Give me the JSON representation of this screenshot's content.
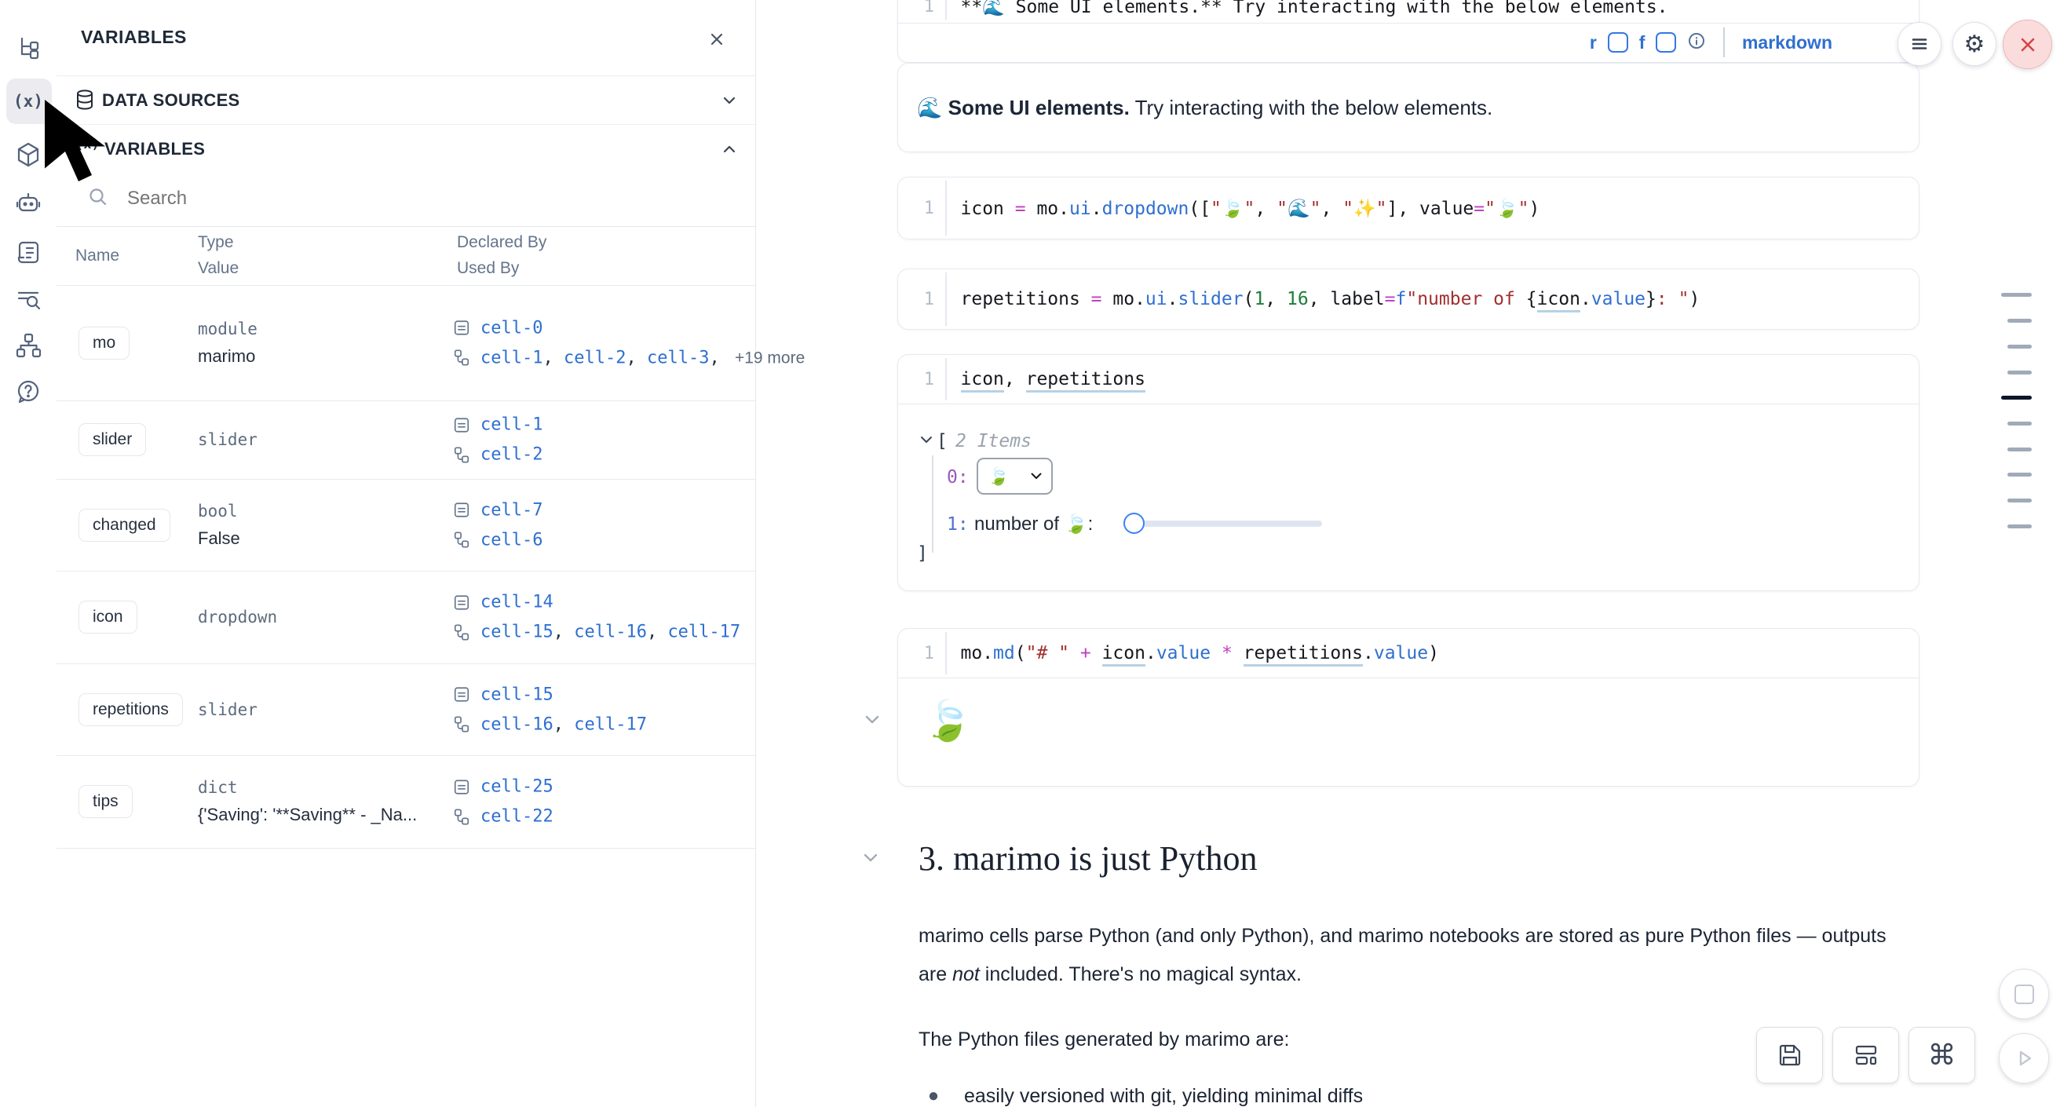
{
  "colors": {
    "accent_blue": "#2e6fd0",
    "danger_red": "#d64545",
    "dark_navy": "#1f2937",
    "muted_gray": "#5d6b7e",
    "code_string_red": "#a22f2f",
    "code_operator_magenta": "#bf40bf",
    "code_number_green": "#1a7f37"
  },
  "rail": {
    "icons": [
      "file-tree",
      "variables",
      "packages",
      "ai-assistant",
      "scratchpad",
      "logs",
      "dependencies",
      "help"
    ],
    "variables_glyph": "(x)",
    "help_glyph": "?"
  },
  "panel": {
    "title": "VARIABLES",
    "sections": {
      "data_sources": "DATA SOURCES",
      "variables": "VARIABLES"
    },
    "search_placeholder": "Search",
    "table": {
      "col_name": "Name",
      "col_type": "Type",
      "col_value": "Value",
      "col_declared": "Declared By",
      "col_used": "Used By",
      "rows": [
        {
          "name": "mo",
          "type": "module",
          "value": "marimo",
          "declared": [
            {
              "t": "cell-0",
              "c": "link"
            }
          ],
          "used": [
            {
              "t": "cell-1",
              "c": "link"
            },
            {
              "t": ",  ",
              "c": "comma"
            },
            {
              "t": "cell-2",
              "c": "link"
            },
            {
              "t": ",  ",
              "c": "comma"
            },
            {
              "t": "cell-3",
              "c": "link"
            },
            {
              "t": ",  ",
              "c": "comma"
            },
            {
              "t": "+19 more",
              "c": "more"
            }
          ]
        },
        {
          "name": "slider",
          "type": "slider",
          "value": "",
          "declared": [
            {
              "t": "cell-1",
              "c": "link"
            }
          ],
          "used": [
            {
              "t": "cell-2",
              "c": "link"
            }
          ]
        },
        {
          "name": "changed",
          "type": "bool",
          "value": "False",
          "declared": [
            {
              "t": "cell-7",
              "c": "link"
            }
          ],
          "used": [
            {
              "t": "cell-6",
              "c": "link"
            }
          ]
        },
        {
          "name": "icon",
          "type": "dropdown",
          "value": "",
          "declared": [
            {
              "t": "cell-14",
              "c": "link"
            }
          ],
          "used": [
            {
              "t": "cell-15",
              "c": "link"
            },
            {
              "t": ", ",
              "c": "comma"
            },
            {
              "t": "cell-16",
              "c": "link"
            },
            {
              "t": ", ",
              "c": "comma"
            },
            {
              "t": "cell-17",
              "c": "link"
            }
          ]
        },
        {
          "name": "repetitions",
          "type": "slider",
          "value": "",
          "declared": [
            {
              "t": "cell-15",
              "c": "link"
            }
          ],
          "used": [
            {
              "t": "cell-16",
              "c": "link"
            },
            {
              "t": ", ",
              "c": "comma"
            },
            {
              "t": "cell-17",
              "c": "link"
            }
          ]
        },
        {
          "name": "tips",
          "type": "dict",
          "value": "{'Saving': '**Saving** - _Na...",
          "declared": [
            {
              "t": "cell-25",
              "c": "link"
            }
          ],
          "used": [
            {
              "t": "cell-22",
              "c": "link"
            }
          ]
        }
      ]
    }
  },
  "notebook": {
    "top_cell": {
      "line_no": "1",
      "code": [
        {
          "t": "**🌊 Some UI elements.** Try interacting with the below elements.",
          "c": "plain"
        }
      ],
      "footer": {
        "r_label": "r",
        "f_label": "f",
        "lang": "markdown"
      }
    },
    "md_output": {
      "emoji": "🌊",
      "bold": "Some UI elements.",
      "rest": " Try interacting with the below elements."
    },
    "dropdown_cell": {
      "line_no": "1",
      "code": [
        {
          "t": "icon ",
          "c": "plain"
        },
        {
          "t": "=",
          "c": "kw"
        },
        {
          "t": " mo.",
          "c": "plain"
        },
        {
          "t": "ui",
          "c": "fn"
        },
        {
          "t": ".",
          "c": "plain"
        },
        {
          "t": "dropdown",
          "c": "fn"
        },
        {
          "t": "([",
          "c": "plain"
        },
        {
          "t": "\"🍃\"",
          "c": "str"
        },
        {
          "t": ", ",
          "c": "plain"
        },
        {
          "t": "\"🌊\"",
          "c": "str"
        },
        {
          "t": ", ",
          "c": "plain"
        },
        {
          "t": "\"✨\"",
          "c": "str"
        },
        {
          "t": "], value",
          "c": "plain"
        },
        {
          "t": "=",
          "c": "kw"
        },
        {
          "t": "\"🍃\"",
          "c": "str"
        },
        {
          "t": ")",
          "c": "plain"
        }
      ]
    },
    "slider_cell": {
      "line_no": "1",
      "code": [
        {
          "t": "repetitions ",
          "c": "plain"
        },
        {
          "t": "=",
          "c": "kw"
        },
        {
          "t": " mo.",
          "c": "plain"
        },
        {
          "t": "ui",
          "c": "fn"
        },
        {
          "t": ".",
          "c": "plain"
        },
        {
          "t": "slider",
          "c": "fn"
        },
        {
          "t": "(",
          "c": "plain"
        },
        {
          "t": "1",
          "c": "num"
        },
        {
          "t": ", ",
          "c": "plain"
        },
        {
          "t": "16",
          "c": "num"
        },
        {
          "t": ", label",
          "c": "plain"
        },
        {
          "t": "=",
          "c": "kw"
        },
        {
          "t": "f",
          "c": "fn"
        },
        {
          "t": "\"number of ",
          "c": "str"
        },
        {
          "t": "{",
          "c": "plain"
        },
        {
          "t": "icon",
          "c": "uvar"
        },
        {
          "t": ".",
          "c": "plain"
        },
        {
          "t": "value",
          "c": "prop"
        },
        {
          "t": "}",
          "c": "plain"
        },
        {
          "t": ": \"",
          "c": "str"
        },
        {
          "t": ")",
          "c": "plain"
        }
      ]
    },
    "tuple_cell": {
      "line_no": "1",
      "code": [
        {
          "t": "icon",
          "c": "uvar"
        },
        {
          "t": ", ",
          "c": "plain"
        },
        {
          "t": "repetitions",
          "c": "uvar"
        }
      ]
    },
    "tree_output": {
      "bracket_open": "[",
      "items_label": "2 Items",
      "index0": "0:",
      "index1": "1:",
      "dropdown_value": "🍃",
      "slider_label": "number of 🍃: ",
      "bracket_close": "]"
    },
    "md_cell": {
      "line_no": "1",
      "code": [
        {
          "t": "mo.",
          "c": "plain"
        },
        {
          "t": "md",
          "c": "fn"
        },
        {
          "t": "(",
          "c": "plain"
        },
        {
          "t": "\"# \"",
          "c": "str"
        },
        {
          "t": " ",
          "c": "plain"
        },
        {
          "t": "+",
          "c": "kw"
        },
        {
          "t": " ",
          "c": "plain"
        },
        {
          "t": "icon",
          "c": "uvar"
        },
        {
          "t": ".",
          "c": "plain"
        },
        {
          "t": "value",
          "c": "prop"
        },
        {
          "t": " ",
          "c": "plain"
        },
        {
          "t": "*",
          "c": "kw"
        },
        {
          "t": " ",
          "c": "plain"
        },
        {
          "t": "repetitions",
          "c": "uvar"
        },
        {
          "t": ".",
          "c": "plain"
        },
        {
          "t": "value",
          "c": "prop"
        },
        {
          "t": ")",
          "c": "plain"
        }
      ]
    },
    "leaf_output": "🍃",
    "section": {
      "heading": "3. marimo is just Python",
      "para1_pre": "marimo cells parse Python (and only Python), and marimo notebooks are stored as pure Python files — outputs are ",
      "para1_italic": "not",
      "para1_post": " included. There's no magical syntax.",
      "para2": "The Python files generated by marimo are:",
      "bullet1": "easily versioned with git, yielding minimal diffs"
    }
  }
}
